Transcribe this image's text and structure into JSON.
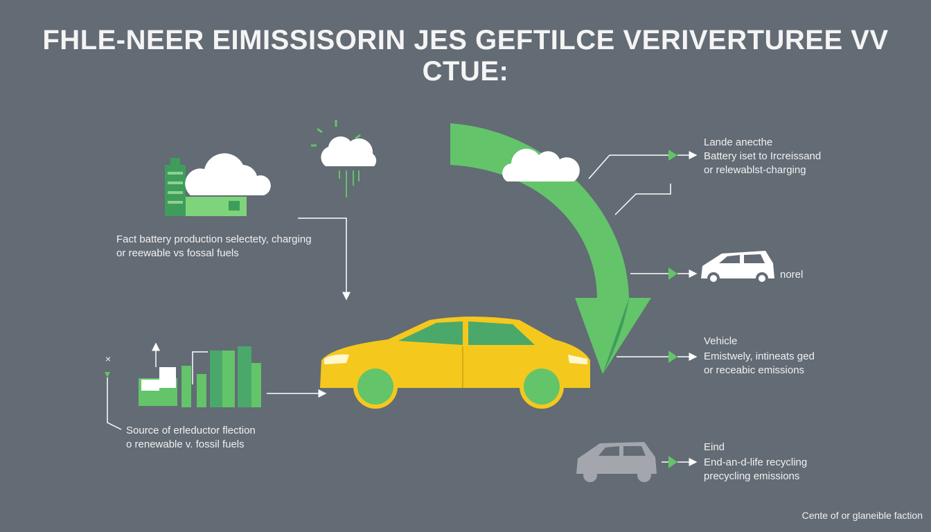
{
  "title": "FHLE-NEER EIMISSISORIN JES GEFTILCE VERIVERTUREE VV CTUE:",
  "labels": {
    "battery_production": {
      "line1": "Fact battery production selectety, charging",
      "line2": "or reewable vs fossal fuels"
    },
    "source_electricity": {
      "line1": "Source of erleductor flection",
      "line2": "o renewable v. fossil fuels"
    },
    "landing_battery": {
      "line1": "Lande anecthe",
      "line2": "Battery iset to Ircreissand",
      "line3": "or relewablst-charging"
    },
    "car_tag": "norel",
    "vehicle": {
      "line1": "Vehicle",
      "line2": "Emistwely, intineats ged",
      "line3": "or receabic emissions"
    },
    "end_of_life": {
      "line1": "Eind",
      "line2": "End-an-d-life recycling",
      "line3": "precycling emissions"
    },
    "x_mark": "×"
  },
  "footer": "Cente of or glaneible faction",
  "colors": {
    "background": "#636b74",
    "green": "#63c46a",
    "dark_green": "#3f9d5c",
    "yellow": "#f5c81e",
    "cloud": "#ffffff",
    "grey_car": "#a4a6ae"
  },
  "icons": [
    "factory-cloud-icon",
    "weather-cloud-icon",
    "cycle-arrow-icon",
    "white-car-icon",
    "yellow-car-icon",
    "grey-car-icon",
    "buildings-chart-icon"
  ]
}
